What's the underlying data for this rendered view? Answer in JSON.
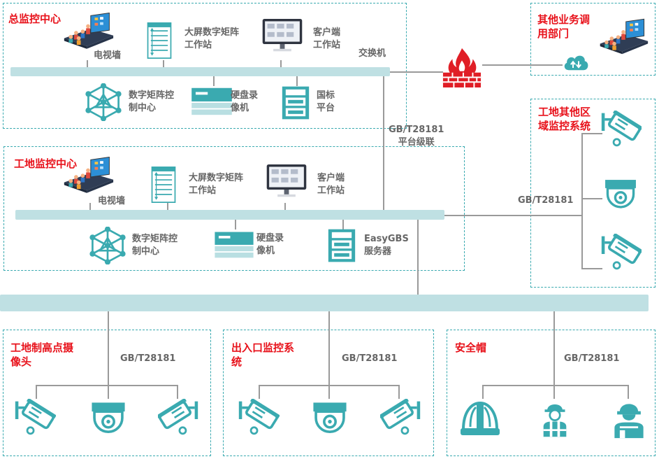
{
  "hq": {
    "title": "总监控中心",
    "tv_wall": "电视墙",
    "matrix_ws": "大屏数字矩阵\n工作站",
    "client_ws": "客户端\n工作站",
    "switch": "交换机",
    "matrix_ctrl": "数字矩阵控\n制中心",
    "nvr": "硬盘录\n像机",
    "gb_platform": "国标\n平台"
  },
  "other_dept": {
    "title": "其他业务调\n用部门"
  },
  "cascade": {
    "label": "GB/T28181\n平台级联"
  },
  "site": {
    "title": "工地监控中心",
    "tv_wall": "电视墙",
    "matrix_ws": "大屏数字矩阵\n工作站",
    "client_ws": "客户端\n工作站",
    "matrix_ctrl": "数字矩阵控\n制中心",
    "nvr": "硬盘录\n像机",
    "easygbs": "EasyGBS\n服务器"
  },
  "other_area": {
    "title": "工地其他区\n域监控系统",
    "protocol": "GB/T28181"
  },
  "high_point": {
    "title": "工地制高点摄\n像头",
    "protocol": "GB/T28181"
  },
  "gate": {
    "title": "出入口监控系\n统",
    "protocol": "GB/T28181"
  },
  "helmet": {
    "title": "安全帽",
    "protocol": "GB/T28181"
  },
  "colors": {
    "accent": "#3aaab0",
    "title_red": "#e8121b",
    "bus": "#bfe0e3",
    "firewall": "#e01e26"
  }
}
